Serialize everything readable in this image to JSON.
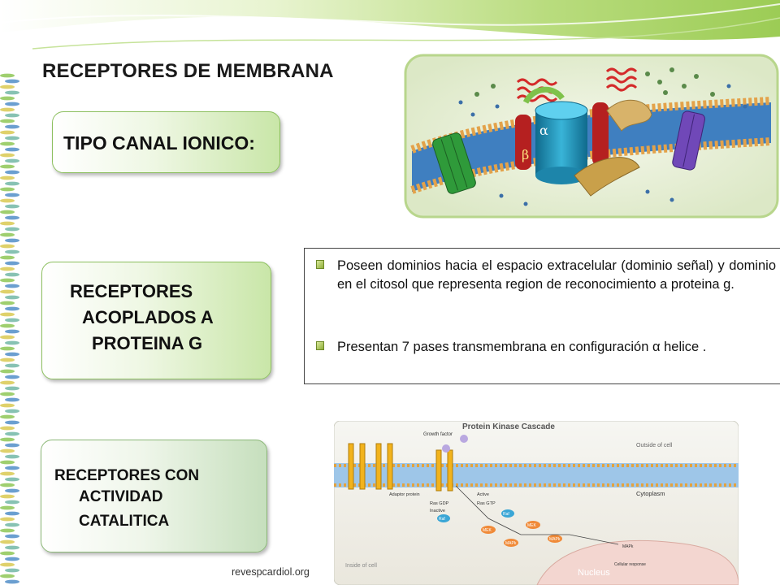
{
  "title": "RECEPTORES DE MEMBRANA",
  "boxes": {
    "canal": "TIPO CANAL IONICO:",
    "proteina_g": [
      "RECEPTORES",
      "ACOPLADOS A",
      "PROTEINA G"
    ],
    "catalitica": [
      "RECEPTORES CON",
      "ACTIVIDAD",
      "CATALITICA"
    ]
  },
  "bullets": [
    "Poseen dominios hacia el espacio extracelular (dominio señal) y dominio en el citosol que representa region de reconocimiento a proteina g.",
    "Presentan 7 pases transmembrana en configuración α helice ."
  ],
  "membrane_figure": {
    "labels": [
      "α",
      "β"
    ]
  },
  "cascade_figure": {
    "title": "Protein Kinase Cascade",
    "labels": {
      "growth_factor": "Growth factor",
      "outside": "Outside of cell",
      "adaptor": "Adaptor protein",
      "active": "Active",
      "ras_gdp": "Ras GDP",
      "ras_gtp": "Ras GTP",
      "inactive": "Inactive",
      "cytoplasm": "Cytoplasm",
      "raf1": "Raf",
      "raf2": "Raf",
      "mek1": "MEK",
      "mek2": "MEK",
      "mapk1": "MAPk",
      "mapk2": "MAPk",
      "mapk3": "MAPk",
      "nucleus": "Nucleus",
      "inside": "Inside of cell",
      "response": "Cellular response"
    }
  },
  "credit": "revespcardiol.org",
  "colors": {
    "accent_green": "#8dc060",
    "bullet_green": "#8fae3a"
  }
}
